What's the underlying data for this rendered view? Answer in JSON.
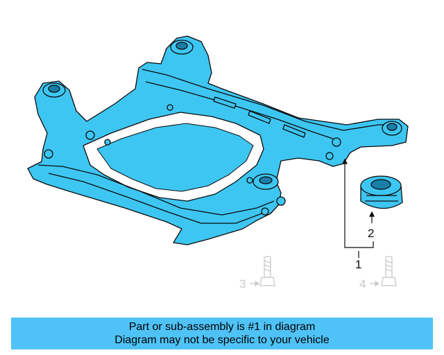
{
  "colors": {
    "part_fill": "#3ec6f2",
    "part_stroke": "#0a0a0a",
    "ghost": "#c8c8c8",
    "banner_bg": "#4fc3f7"
  },
  "callouts": {
    "c1": "1",
    "c2": "2",
    "c3": "3",
    "c4": "4"
  },
  "banner": {
    "line1": "Part or sub-assembly is #1 in diagram",
    "line2": "Diagram may not be specific to your vehicle"
  }
}
